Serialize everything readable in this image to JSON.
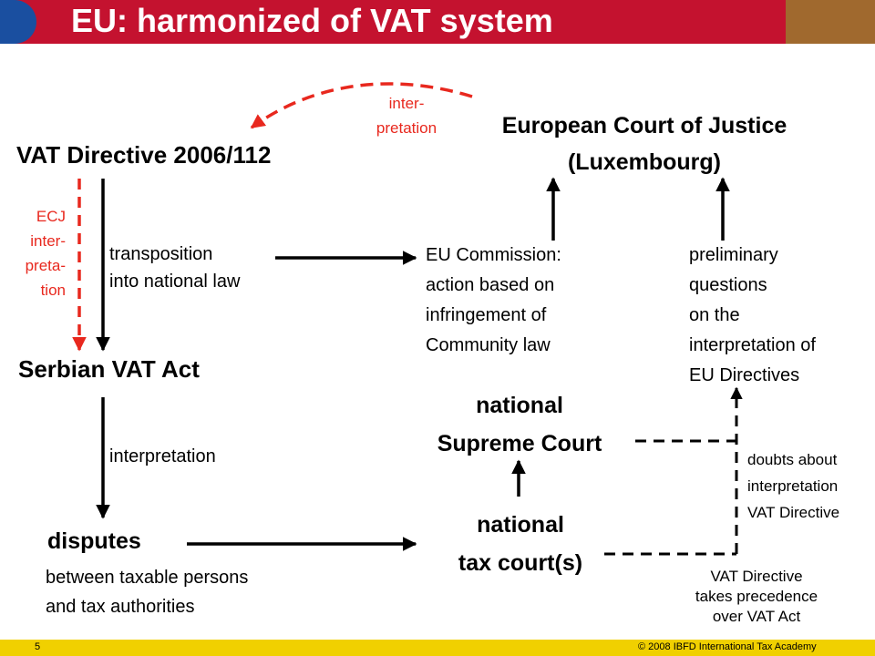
{
  "header": {
    "title": "EU: harmonized of VAT system"
  },
  "nodes": {
    "vat_directive": "VAT Directive 2006/112",
    "ecj_line1": "European Court of Justice",
    "ecj_line2": "(Luxembourg)",
    "serbian_act": "Serbian VAT Act",
    "disputes_title": "disputes",
    "disputes_line1": "between taxable persons",
    "disputes_line2": "and tax authorities",
    "supreme_line1": "national",
    "supreme_line2": "Supreme Court",
    "taxcourt_line1": "national",
    "taxcourt_line2": "tax court(s)"
  },
  "labels": {
    "interpretation_top_1": "inter-",
    "interpretation_top_2": "pretation",
    "ecj_interp_1": "ECJ",
    "ecj_interp_2": "inter-",
    "ecj_interp_3": "preta-",
    "ecj_interp_4": "tion",
    "transposition_1": "transposition",
    "transposition_2": "into national law",
    "commission_1": "EU Commission:",
    "commission_2": "action based on",
    "commission_3": "infringement of",
    "commission_4": "Community law",
    "preliminary_1": "preliminary",
    "preliminary_2": "questions",
    "preliminary_3": "on the",
    "preliminary_4": "interpretation of",
    "preliminary_5": "EU Directives",
    "interpretation": "interpretation",
    "doubts_1": "doubts about",
    "doubts_2": "interpretation",
    "doubts_3": "VAT Directive",
    "precedence_1": "VAT Directive",
    "precedence_2": "takes precedence",
    "precedence_3": "over VAT Act"
  },
  "footer": {
    "page": "5",
    "copyright": "© 2008 IBFD International Tax Academy"
  },
  "colors": {
    "header_red": "#c4122f",
    "header_blue": "#1a4fa0",
    "header_tan": "#a0692e",
    "accent_red": "#e8281e",
    "footer_yellow": "#f0d000"
  }
}
